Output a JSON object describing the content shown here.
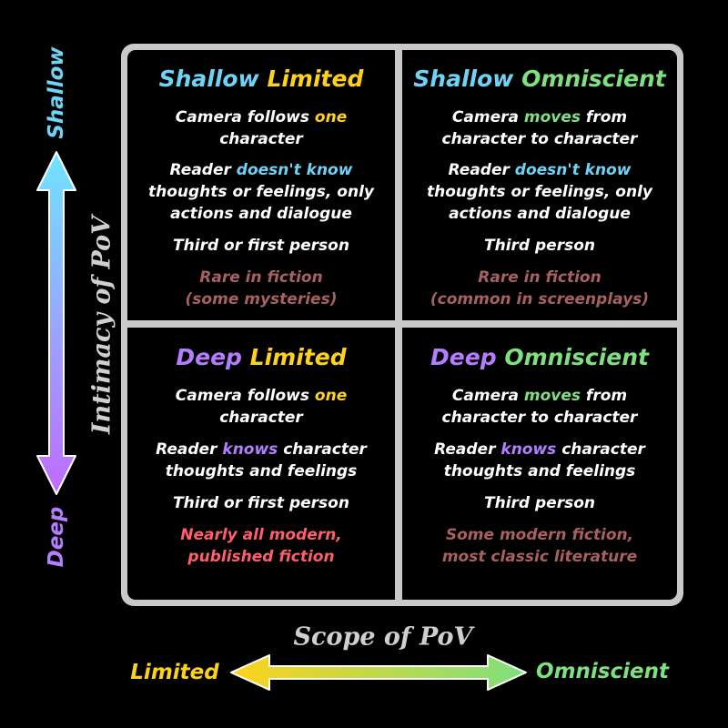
{
  "quadrants": {
    "shallow_limited": {
      "title_a": "Shallow",
      "title_b": "Limited",
      "camera_a": "Camera follows ",
      "camera_b": "one",
      "camera_c": "character",
      "reader_a": "Reader ",
      "reader_b": "doesn't know",
      "reader_c": "thoughts or feelings, only",
      "reader_d": "actions and dialogue",
      "person": "Third or first person",
      "note_a": "Rare in fiction",
      "note_b": "(some mysteries)"
    },
    "shallow_omniscient": {
      "title_a": "Shallow",
      "title_b": "Omniscient",
      "camera_a": "Camera ",
      "camera_b": "moves",
      "camera_c": " from",
      "camera_d": "character to character",
      "reader_a": "Reader ",
      "reader_b": "doesn't know",
      "reader_c": "thoughts or feelings, only",
      "reader_d": "actions and dialogue",
      "person": "Third person",
      "note_a": "Rare in fiction",
      "note_b": "(common in screenplays)"
    },
    "deep_limited": {
      "title_a": "Deep",
      "title_b": "Limited",
      "camera_a": "Camera follows ",
      "camera_b": "one",
      "camera_c": "character",
      "reader_a": "Reader ",
      "reader_b": "knows",
      "reader_c": " character",
      "reader_d": "thoughts and feelings",
      "person": "Third or first person",
      "note_a": "Nearly all modern,",
      "note_b": "published fiction"
    },
    "deep_omniscient": {
      "title_a": "Deep",
      "title_b": "Omniscient",
      "camera_a": "Camera ",
      "camera_b": "moves",
      "camera_c": " from",
      "camera_d": "character to character",
      "reader_a": "Reader ",
      "reader_b": "knows",
      "reader_c": " character",
      "reader_d": "thoughts and feelings",
      "person": "Third person",
      "note_a": "Some modern fiction,",
      "note_b": "most classic literature"
    }
  },
  "axes": {
    "vertical": {
      "label": "Intimacy of PoV",
      "top": "Shallow",
      "bottom": "Deep"
    },
    "horizontal": {
      "label": "Scope of PoV",
      "left": "Limited",
      "right": "Omniscient"
    }
  },
  "colors": {
    "shallow": "#6fd3f5",
    "deep": "#b47cff",
    "limited": "#ffd21a",
    "omniscient": "#7ee07e",
    "muted_note": "#a86060",
    "highlight_note": "#ff5f6a"
  }
}
